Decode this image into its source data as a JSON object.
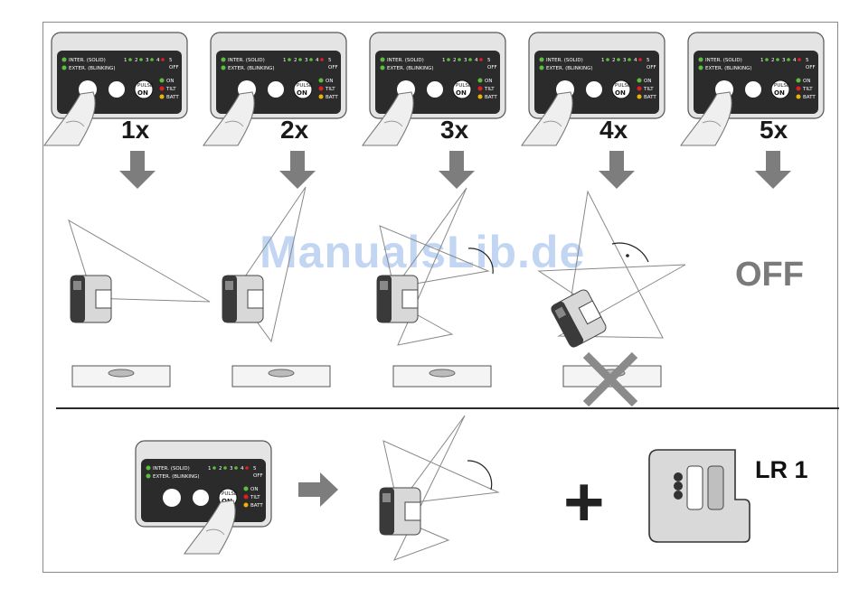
{
  "watermark": "ManualsLib.de",
  "panel_labels": {
    "inter": "INTER. (SOLID)",
    "exter": "EXTER. (BLINKING)",
    "pulse": "PULSE",
    "on": "ON",
    "on_led": "ON",
    "tilt": "TILT",
    "batt": "BATT",
    "off_small": "OFF",
    "nums": [
      "1",
      "2",
      "3",
      "4",
      "5"
    ]
  },
  "steps": [
    {
      "count": "1x"
    },
    {
      "count": "2x"
    },
    {
      "count": "3x"
    },
    {
      "count": "4x"
    },
    {
      "count": "5x"
    }
  ],
  "off_label": "OFF",
  "receiver_model": "LR 1",
  "plus_symbol": "+",
  "colors": {
    "led_green": "#5cbf3a",
    "led_red": "#e02020",
    "led_yellow": "#f0b400",
    "arrow_gray": "#7d7d7d"
  }
}
